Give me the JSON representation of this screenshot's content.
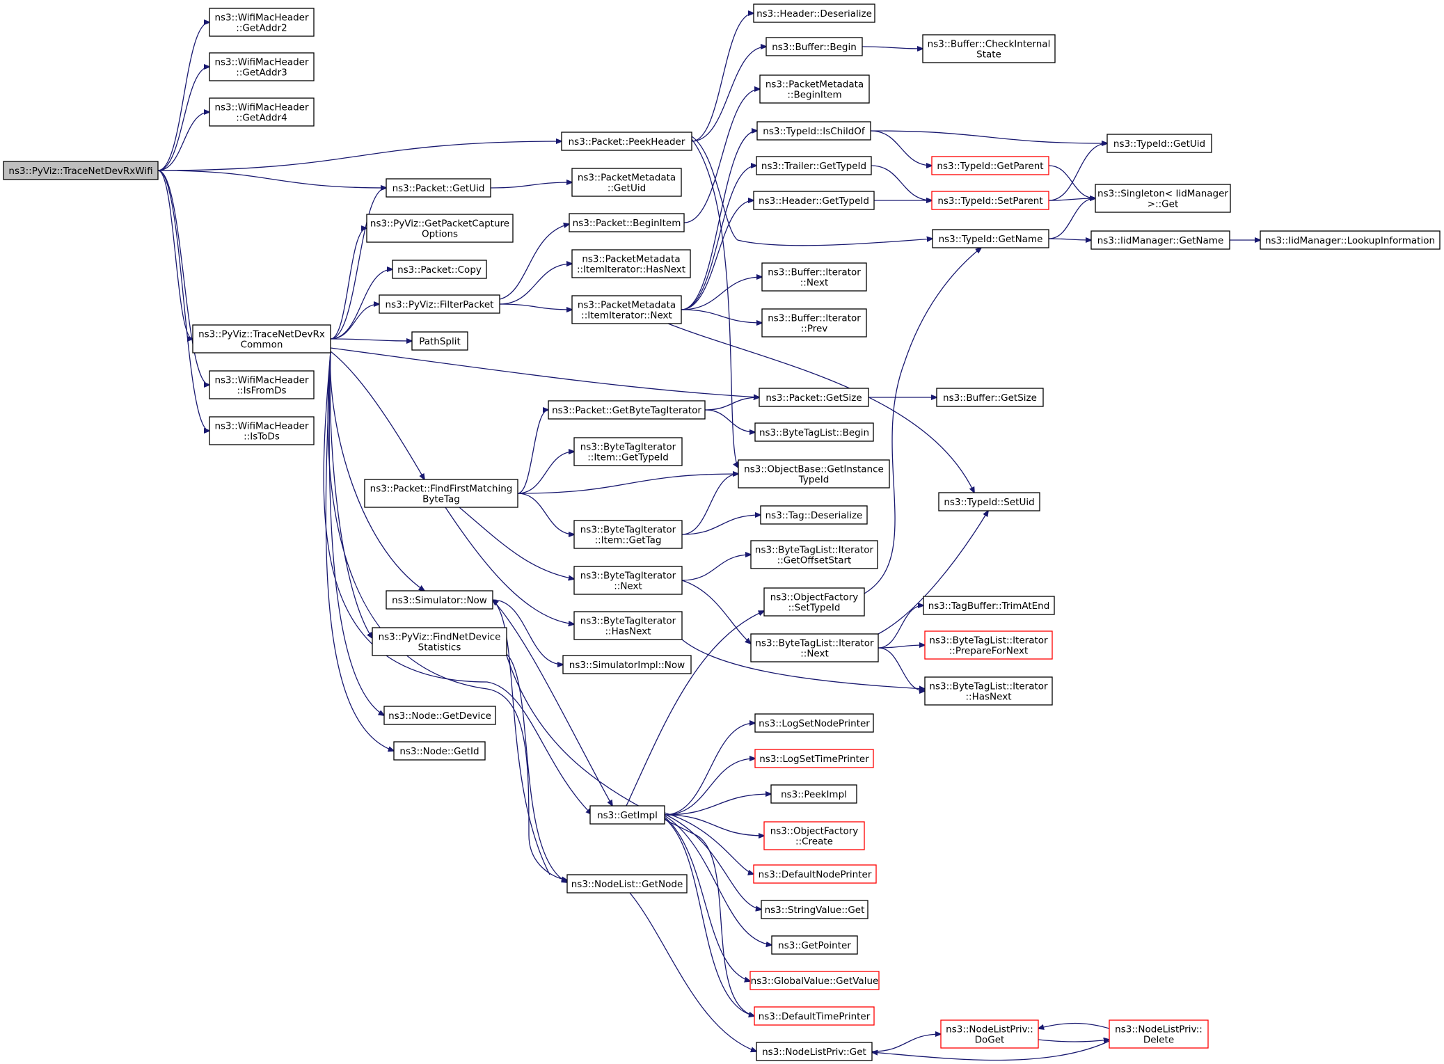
{
  "graph": {
    "nodes": [
      {
        "id": "root",
        "lines": [
          "ns3::PyViz::TraceNetDevRxWifi"
        ],
        "color": "gray"
      },
      {
        "id": "getaddr2",
        "lines": [
          "ns3::WifiMacHeader",
          "::GetAddr2"
        ],
        "color": "black"
      },
      {
        "id": "getaddr3",
        "lines": [
          "ns3::WifiMacHeader",
          "::GetAddr3"
        ],
        "color": "black"
      },
      {
        "id": "getaddr4",
        "lines": [
          "ns3::WifiMacHeader",
          "::GetAddr4"
        ],
        "color": "black"
      },
      {
        "id": "getuid",
        "lines": [
          "ns3::Packet::GetUid"
        ],
        "color": "black"
      },
      {
        "id": "getcapture",
        "lines": [
          "ns3::PyViz::GetPacketCapture",
          "Options"
        ],
        "color": "black"
      },
      {
        "id": "copy",
        "lines": [
          "ns3::Packet::Copy"
        ],
        "color": "black"
      },
      {
        "id": "filterpacket",
        "lines": [
          "ns3::PyViz::FilterPacket"
        ],
        "color": "black"
      },
      {
        "id": "rxcommon",
        "lines": [
          "ns3::PyViz::TraceNetDevRx",
          "Common"
        ],
        "color": "black"
      },
      {
        "id": "isfromds",
        "lines": [
          "ns3::WifiMacHeader",
          "::IsFromDs"
        ],
        "color": "black"
      },
      {
        "id": "istods",
        "lines": [
          "ns3::WifiMacHeader",
          "::IsToDs"
        ],
        "color": "black"
      },
      {
        "id": "findfirst",
        "lines": [
          "ns3::Packet::FindFirstMatching",
          "ByteTag"
        ],
        "color": "black"
      },
      {
        "id": "simnow",
        "lines": [
          "ns3::Simulator::Now"
        ],
        "color": "black"
      },
      {
        "id": "findnetdev",
        "lines": [
          "ns3::PyViz::FindNetDevice",
          "Statistics"
        ],
        "color": "black"
      },
      {
        "id": "getdevice",
        "lines": [
          "ns3::Node::GetDevice"
        ],
        "color": "black"
      },
      {
        "id": "nodegetid",
        "lines": [
          "ns3::Node::GetId"
        ],
        "color": "black"
      },
      {
        "id": "pathsplit",
        "lines": [
          "PathSplit"
        ],
        "color": "black"
      },
      {
        "id": "peekheader",
        "lines": [
          "ns3::Packet::PeekHeader"
        ],
        "color": "black"
      },
      {
        "id": "pmgetuid",
        "lines": [
          "ns3::PacketMetadata",
          "::GetUid"
        ],
        "color": "black"
      },
      {
        "id": "beginitem",
        "lines": [
          "ns3::Packet::BeginItem"
        ],
        "color": "black"
      },
      {
        "id": "hasnext1",
        "lines": [
          "ns3::PacketMetadata",
          "::ItemIterator::HasNext"
        ],
        "color": "black"
      },
      {
        "id": "itemnext",
        "lines": [
          "ns3::PacketMetadata",
          "::ItemIterator::Next"
        ],
        "color": "black"
      },
      {
        "id": "getbytetagit",
        "lines": [
          "ns3::Packet::GetByteTagIterator"
        ],
        "color": "black"
      },
      {
        "id": "itemgettypeid",
        "lines": [
          "ns3::ByteTagIterator",
          "::Item::GetTypeId"
        ],
        "color": "black"
      },
      {
        "id": "itemgettag",
        "lines": [
          "ns3::ByteTagIterator",
          "::Item::GetTag"
        ],
        "color": "black"
      },
      {
        "id": "btinext",
        "lines": [
          "ns3::ByteTagIterator",
          "::Next"
        ],
        "color": "black"
      },
      {
        "id": "btihasnext",
        "lines": [
          "ns3::ByteTagIterator",
          "::HasNext"
        ],
        "color": "black"
      },
      {
        "id": "simimplnow",
        "lines": [
          "ns3::SimulatorImpl::Now"
        ],
        "color": "black"
      },
      {
        "id": "getimpl",
        "lines": [
          "ns3::GetImpl"
        ],
        "color": "black"
      },
      {
        "id": "nodelistgetnode",
        "lines": [
          "ns3::NodeList::GetNode"
        ],
        "color": "black"
      },
      {
        "id": "hdrdeser",
        "lines": [
          "ns3::Header::Deserialize"
        ],
        "color": "black"
      },
      {
        "id": "bufbegin",
        "lines": [
          "ns3::Buffer::Begin"
        ],
        "color": "black"
      },
      {
        "id": "pmbeginitem",
        "lines": [
          "ns3::PacketMetadata",
          "::BeginItem"
        ],
        "color": "black"
      },
      {
        "id": "ischildof",
        "lines": [
          "ns3::TypeId::IsChildOf"
        ],
        "color": "black"
      },
      {
        "id": "trailergettypeid",
        "lines": [
          "ns3::Trailer::GetTypeId"
        ],
        "color": "black"
      },
      {
        "id": "headergettypeid",
        "lines": [
          "ns3::Header::GetTypeId"
        ],
        "color": "black"
      },
      {
        "id": "bufitnext",
        "lines": [
          "ns3::Buffer::Iterator",
          "::Next"
        ],
        "color": "black"
      },
      {
        "id": "bufitprev",
        "lines": [
          "ns3::Buffer::Iterator",
          "::Prev"
        ],
        "color": "black"
      },
      {
        "id": "pktgetsize",
        "lines": [
          "ns3::Packet::GetSize"
        ],
        "color": "black"
      },
      {
        "id": "btlbegin",
        "lines": [
          "ns3::ByteTagList::Begin"
        ],
        "color": "black"
      },
      {
        "id": "getinstancetypeid",
        "lines": [
          "ns3::ObjectBase::GetInstance",
          "TypeId"
        ],
        "color": "black"
      },
      {
        "id": "tagdeser",
        "lines": [
          "ns3::Tag::Deserialize"
        ],
        "color": "black"
      },
      {
        "id": "getoffsetstart",
        "lines": [
          "ns3::ByteTagList::Iterator",
          "::GetOffsetStart"
        ],
        "color": "black"
      },
      {
        "id": "ofsettypeid",
        "lines": [
          "ns3::ObjectFactory",
          "::SetTypeId"
        ],
        "color": "black"
      },
      {
        "id": "btlitnext",
        "lines": [
          "ns3::ByteTagList::Iterator",
          "::Next"
        ],
        "color": "black"
      },
      {
        "id": "logsetnodeprinter",
        "lines": [
          "ns3::LogSetNodePrinter"
        ],
        "color": "black"
      },
      {
        "id": "logsettimeprinter",
        "lines": [
          "ns3::LogSetTimePrinter"
        ],
        "color": "red"
      },
      {
        "id": "peekimpl",
        "lines": [
          "ns3::PeekImpl"
        ],
        "color": "black"
      },
      {
        "id": "ofcreate",
        "lines": [
          "ns3::ObjectFactory",
          "::Create"
        ],
        "color": "red"
      },
      {
        "id": "defaultnodeprinter",
        "lines": [
          "ns3::DefaultNodePrinter"
        ],
        "color": "red"
      },
      {
        "id": "stringvalueget",
        "lines": [
          "ns3::StringValue::Get"
        ],
        "color": "black"
      },
      {
        "id": "getpointer",
        "lines": [
          "ns3::GetPointer"
        ],
        "color": "black"
      },
      {
        "id": "gvgetvalue",
        "lines": [
          "ns3::GlobalValue::GetValue"
        ],
        "color": "red"
      },
      {
        "id": "defaulttimeprinter",
        "lines": [
          "ns3::DefaultTimePrinter"
        ],
        "color": "red"
      },
      {
        "id": "nlpget",
        "lines": [
          "ns3::NodeListPriv::Get"
        ],
        "color": "black"
      },
      {
        "id": "checkinternal",
        "lines": [
          "ns3::Buffer::CheckInternal",
          "State"
        ],
        "color": "black"
      },
      {
        "id": "getparent",
        "lines": [
          "ns3::TypeId::GetParent"
        ],
        "color": "red"
      },
      {
        "id": "setparent",
        "lines": [
          "ns3::TypeId::SetParent"
        ],
        "color": "red"
      },
      {
        "id": "typeidgetname",
        "lines": [
          "ns3::TypeId::GetName"
        ],
        "color": "black"
      },
      {
        "id": "bufgetsize",
        "lines": [
          "ns3::Buffer::GetSize"
        ],
        "color": "black"
      },
      {
        "id": "setuid",
        "lines": [
          "ns3::TypeId::SetUid"
        ],
        "color": "black"
      },
      {
        "id": "trimatend",
        "lines": [
          "ns3::TagBuffer::TrimAtEnd"
        ],
        "color": "black"
      },
      {
        "id": "preparefornext",
        "lines": [
          "ns3::ByteTagList::Iterator",
          "::PrepareForNext"
        ],
        "color": "red"
      },
      {
        "id": "btlithasnext",
        "lines": [
          "ns3::ByteTagList::Iterator",
          "::HasNext"
        ],
        "color": "black"
      },
      {
        "id": "nlpdoget",
        "lines": [
          "ns3::NodeListPriv::",
          "DoGet"
        ],
        "color": "red"
      },
      {
        "id": "nlpdelete",
        "lines": [
          "ns3::NodeListPriv::",
          "Delete"
        ],
        "color": "red"
      },
      {
        "id": "typeidgetuid",
        "lines": [
          "ns3::TypeId::GetUid"
        ],
        "color": "black"
      },
      {
        "id": "singletonget",
        "lines": [
          "ns3::Singleton< IidManager",
          "&gt;::Get"
        ],
        "color": "black"
      },
      {
        "id": "iidgetname",
        "lines": [
          "ns3::IidManager::GetName"
        ],
        "color": "black"
      },
      {
        "id": "lookupinfo",
        "lines": [
          "ns3::IidManager::LookupInformation"
        ],
        "color": "black"
      }
    ],
    "edges": [
      [
        "root",
        "getaddr2"
      ],
      [
        "root",
        "getaddr3"
      ],
      [
        "root",
        "getaddr4"
      ],
      [
        "root",
        "peekheader"
      ],
      [
        "root",
        "getuid"
      ],
      [
        "root",
        "rxcommon"
      ],
      [
        "root",
        "isfromds"
      ],
      [
        "root",
        "istods"
      ],
      [
        "rxcommon",
        "getuid"
      ],
      [
        "rxcommon",
        "getcapture"
      ],
      [
        "rxcommon",
        "copy"
      ],
      [
        "rxcommon",
        "filterpacket"
      ],
      [
        "rxcommon",
        "pathsplit"
      ],
      [
        "rxcommon",
        "pktgetsize"
      ],
      [
        "rxcommon",
        "findfirst"
      ],
      [
        "rxcommon",
        "simnow"
      ],
      [
        "rxcommon",
        "findnetdev"
      ],
      [
        "rxcommon",
        "getdevice"
      ],
      [
        "rxcommon",
        "nodegetid"
      ],
      [
        "rxcommon",
        "nodelistgetnode"
      ],
      [
        "rxcommon",
        "getimpl"
      ],
      [
        "getuid",
        "pmgetuid"
      ],
      [
        "filterpacket",
        "beginitem"
      ],
      [
        "filterpacket",
        "hasnext1"
      ],
      [
        "filterpacket",
        "itemnext"
      ],
      [
        "beginitem",
        "pmbeginitem"
      ],
      [
        "peekheader",
        "hdrdeser"
      ],
      [
        "peekheader",
        "bufbegin"
      ],
      [
        "peekheader",
        "getinstancetypeid"
      ],
      [
        "peekheader",
        "typeidgetname"
      ],
      [
        "bufbegin",
        "checkinternal"
      ],
      [
        "itemnext",
        "ischildof"
      ],
      [
        "itemnext",
        "trailergettypeid"
      ],
      [
        "itemnext",
        "headergettypeid"
      ],
      [
        "itemnext",
        "bufitnext"
      ],
      [
        "itemnext",
        "bufitprev"
      ],
      [
        "itemnext",
        "setuid"
      ],
      [
        "ischildof",
        "typeidgetuid"
      ],
      [
        "ischildof",
        "getparent"
      ],
      [
        "trailergettypeid",
        "setparent"
      ],
      [
        "headergettypeid",
        "setparent"
      ],
      [
        "getparent",
        "singletonget"
      ],
      [
        "setparent",
        "singletonget"
      ],
      [
        "setparent",
        "typeidgetuid"
      ],
      [
        "typeidgetname",
        "singletonget"
      ],
      [
        "typeidgetname",
        "iidgetname"
      ],
      [
        "iidgetname",
        "lookupinfo"
      ],
      [
        "findfirst",
        "getbytetagit"
      ],
      [
        "findfirst",
        "itemgettypeid"
      ],
      [
        "findfirst",
        "getinstancetypeid"
      ],
      [
        "findfirst",
        "itemgettag"
      ],
      [
        "findfirst",
        "btinext"
      ],
      [
        "findfirst",
        "btihasnext"
      ],
      [
        "getbytetagit",
        "pktgetsize"
      ],
      [
        "getbytetagit",
        "btlbegin"
      ],
      [
        "pktgetsize",
        "bufgetsize"
      ],
      [
        "itemgettag",
        "getinstancetypeid"
      ],
      [
        "itemgettag",
        "tagdeser"
      ],
      [
        "btinext",
        "getoffsetstart"
      ],
      [
        "btinext",
        "btlitnext"
      ],
      [
        "btihasnext",
        "btlithasnext"
      ],
      [
        "btlitnext",
        "trimatend"
      ],
      [
        "btlitnext",
        "preparefornext"
      ],
      [
        "btlitnext",
        "btlithasnext"
      ],
      [
        "btlitnext",
        "setuid"
      ],
      [
        "ofsettypeid",
        "typeidgetname"
      ],
      [
        "simnow",
        "simimplnow"
      ],
      [
        "simnow",
        "getimpl"
      ],
      [
        "findnetdev",
        "nodelistgetnode"
      ],
      [
        "findnetdev",
        "defaulttimeprinter"
      ],
      [
        "nodelistgetnode",
        "simnow"
      ],
      [
        "nodelistgetnode",
        "nlpget"
      ],
      [
        "getimpl",
        "ofsettypeid"
      ],
      [
        "getimpl",
        "logsetnodeprinter"
      ],
      [
        "getimpl",
        "logsettimeprinter"
      ],
      [
        "getimpl",
        "peekimpl"
      ],
      [
        "getimpl",
        "ofcreate"
      ],
      [
        "getimpl",
        "defaultnodeprinter"
      ],
      [
        "getimpl",
        "stringvalueget"
      ],
      [
        "getimpl",
        "getpointer"
      ],
      [
        "getimpl",
        "gvgetvalue"
      ],
      [
        "getimpl",
        "defaulttimeprinter"
      ],
      [
        "nlpget",
        "nlpdoget"
      ],
      [
        "nlpdoget",
        "nlpdelete"
      ],
      [
        "nlpdelete",
        "nlpdoget"
      ],
      [
        "nlpdelete",
        "nlpget"
      ]
    ]
  }
}
